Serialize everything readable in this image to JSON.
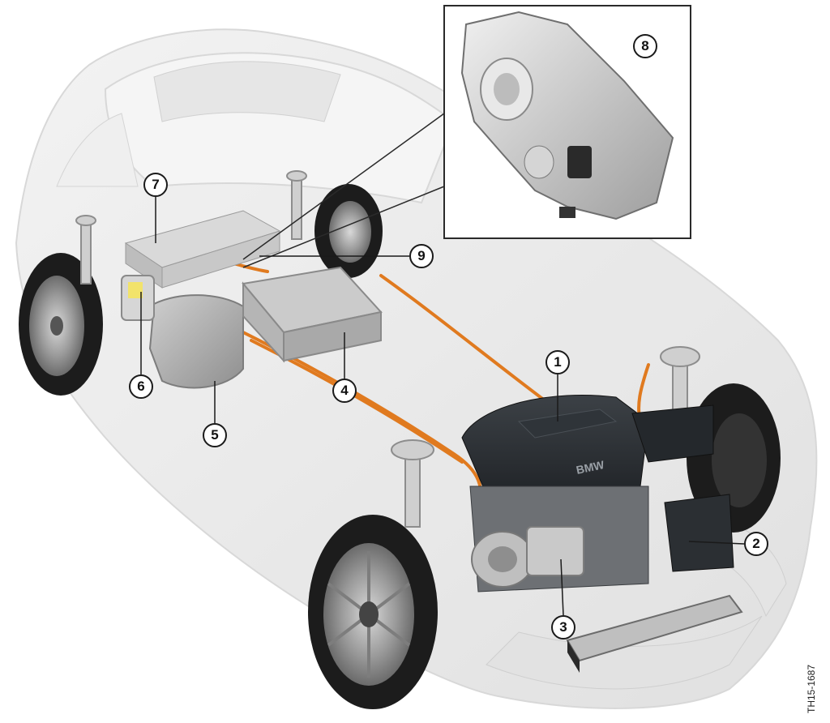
{
  "callouts": {
    "c1": "1",
    "c2": "2",
    "c3": "3",
    "c4": "4",
    "c5": "5",
    "c6": "6",
    "c7": "7",
    "c8": "8",
    "c9": "9"
  },
  "document_id": "TH15-1687",
  "colors": {
    "car_body": "#e9e9e9",
    "body_outline": "#d2d2d2",
    "hv_cable_orange": "#e07a1f",
    "engine_dark": "#2b2f33",
    "tire": "#1c1c1c",
    "component_gray": "#b7b9bb",
    "callout_stroke": "#1a1a1a"
  }
}
